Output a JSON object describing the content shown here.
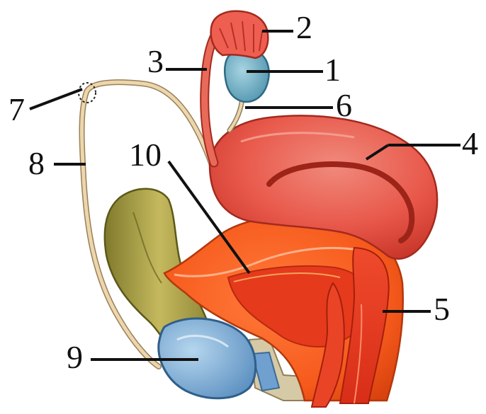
{
  "labels": {
    "l1": "1",
    "l2": "2",
    "l3": "3",
    "l4": "4",
    "l5": "5",
    "l6": "6",
    "l7": "7",
    "l8": "8",
    "l9": "9",
    "l10": "10"
  },
  "colors": {
    "background": "#ffffff",
    "label_text": "#111111",
    "leader_line": "#111111",
    "uterus_fill": "#e8584a",
    "uterus_inner": "#e87a6e",
    "bladder_fill": "#ff5a1f",
    "cervix_fill": "#e8321e",
    "ovary_fill": "#6fb0c8",
    "tube_fill": "#e8584a",
    "ligament_fill": "#e8d2a8",
    "rectum_fill": "#b0a550",
    "gland_fill": "#7fb0d8",
    "floor_fill": "#d6c9a6"
  }
}
